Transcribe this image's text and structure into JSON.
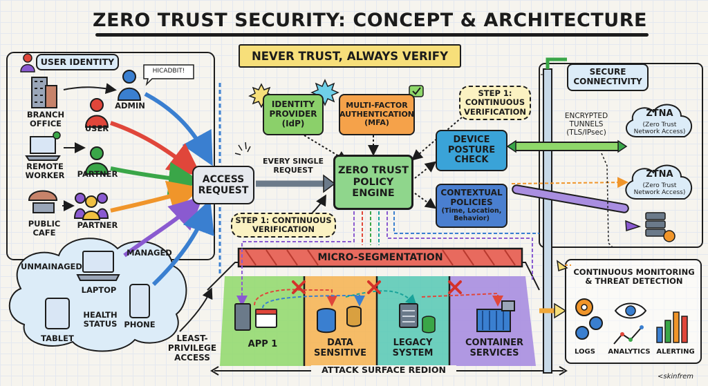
{
  "title": "ZERO TRUST SECURITY: CONCEPT & ARCHITECTURE",
  "banner": "NEVER TRUST, ALWAYS VERIFY",
  "user_identity": {
    "header": "USER IDENTITY",
    "speech": "HICADBIT!",
    "users": [
      "BRANCH\nOFFICE",
      "ADMIN",
      "USER",
      "REMOTE\nWORKER",
      "PARTNER",
      "PUBLIC\nCAFE",
      "PARTNER"
    ]
  },
  "devices": {
    "managed": "MANAGED",
    "unmanaged": "UNMAINAGED",
    "laptop": "LAPTOP",
    "health_status": "HEALTH\nSTATUS",
    "tablet": "TABLET",
    "phone": "PHONE"
  },
  "access_request": "ACCESS\nREQUEST",
  "every_single_request": "EVERY SINGLE\nREQUEST",
  "idp": "IDENTITY\nPROVIDER\n(IdP)",
  "mfa": "MULTI-FACTOR\nAUTHENTICATION\n(MFA)",
  "step1_top": "STEP 1:\nCONTINUOUS\nVERIFICATION",
  "step1_bottom": "STEP 1: CONTINUOUS\nVERIFICATION",
  "policy_engine": "ZERO TRUST\nPOLICY\nENGINE",
  "device_posture": "DEVICE\nPOSTURE\nCHECK",
  "contextual_policies": {
    "title": "CONTEXTUAL\nPOLICIES",
    "detail": "(Time, Location,\nBehavior)"
  },
  "secure_connectivity": "SECURE\nCONNECTIVITY",
  "encrypted_tunnels": "ENCRYPTED\nTUNNELS\n(TLS/IPsec)",
  "ztna": [
    {
      "title": "ZTNA",
      "subtitle": "(Zero Trust\nNetwork Access)"
    },
    {
      "title": "ZTNA",
      "subtitle": "(Zero Trust\nNetwork Access)"
    }
  ],
  "micro_segmentation": "MICRO-SEGMENTATION",
  "segments": [
    "APP 1",
    "DATA\nSENSITIVE",
    "LEGACY\nSYSTEM",
    "CONTAINER\nSERVICES"
  ],
  "least_privilege": "LEAST-\nPRIVILEGE\nACCESS",
  "attack_surface": "ATTACK SURFACE REDION",
  "monitoring": {
    "title": "CONTINUOUS MONITORING\n& THREAT DETECTION",
    "items": [
      "LOGS",
      "ANALYTICS",
      "ALERTING"
    ]
  },
  "signature": "<skinfrem",
  "colors": {
    "banner": "#f7df7a",
    "idp": "#8bd06a",
    "mfa": "#f5a24a",
    "policy": "#8fd68c",
    "device": "#3aa3d8",
    "contextual": "#4a7fd0",
    "segmentation": "#e86a5e",
    "seg_green": "#8fd86a",
    "seg_orange": "#f6b24f",
    "seg_teal": "#55c8b4",
    "seg_purple": "#a98ee0",
    "cloud": "#dcecf8"
  }
}
